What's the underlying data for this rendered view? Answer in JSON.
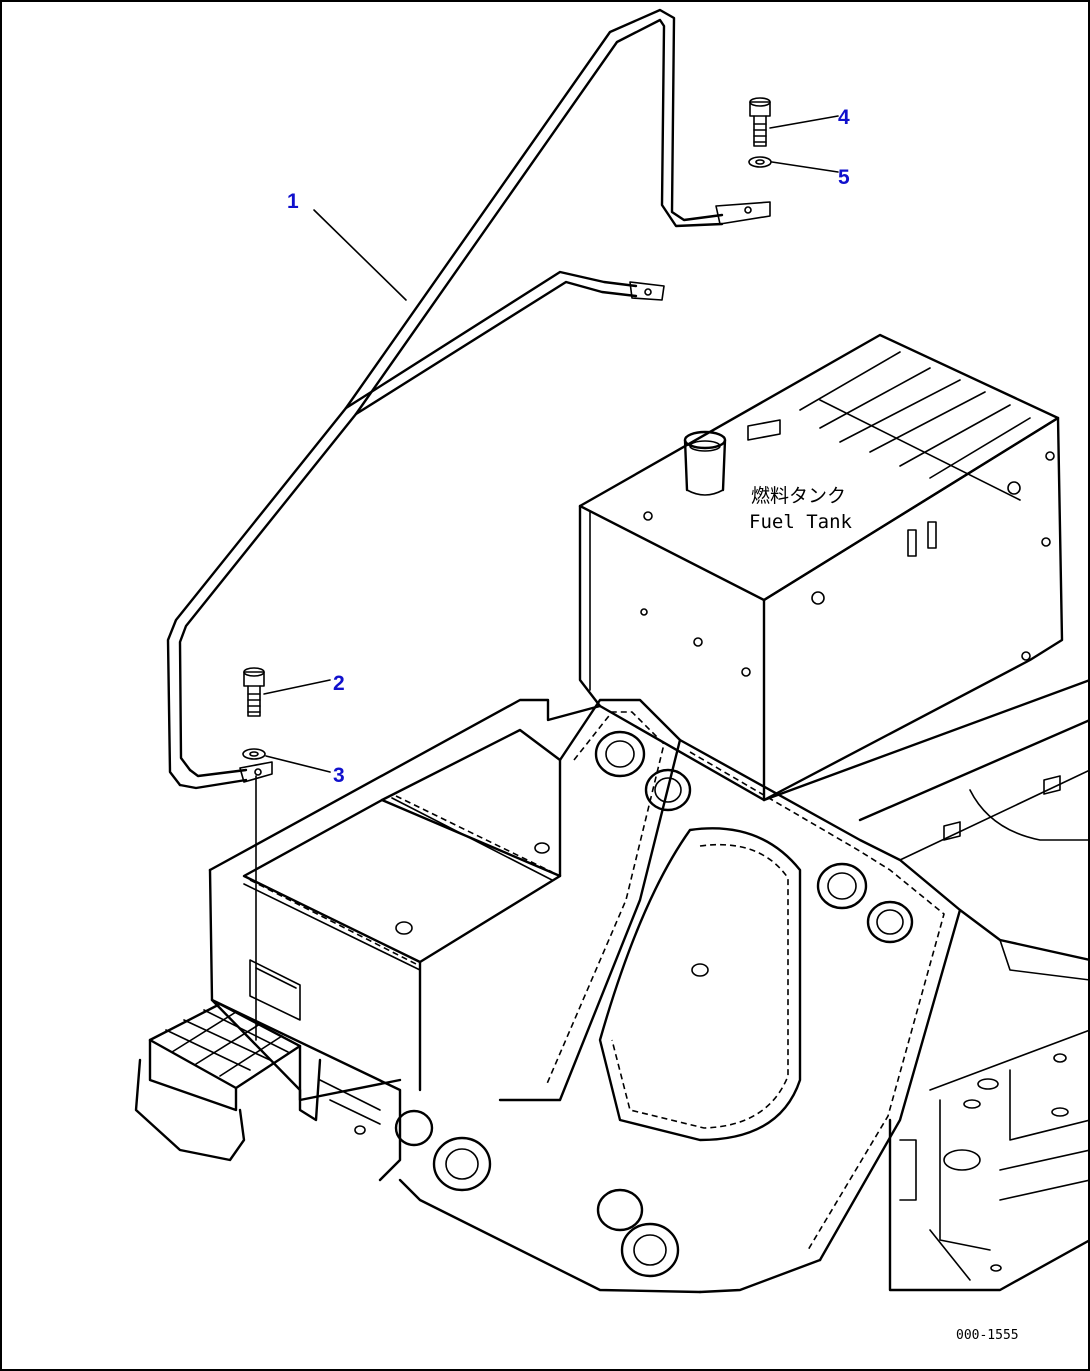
{
  "diagram": {
    "tank_label_jp": "燃料タンク",
    "tank_label_en": "Fuel Tank",
    "drawing_code": "000-1555",
    "callout_color": "#1010cc",
    "callouts": [
      {
        "label": "1"
      },
      {
        "label": "2"
      },
      {
        "label": "3"
      },
      {
        "label": "4"
      },
      {
        "label": "5"
      }
    ]
  }
}
